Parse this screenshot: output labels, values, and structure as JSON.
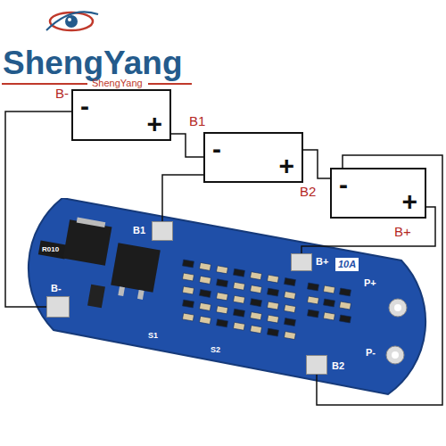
{
  "diagram": {
    "nodes": [
      {
        "text": [
          "-",
          "+"
        ]
      },
      {
        "text": [
          "-",
          "+"
        ]
      },
      {
        "text": [
          "-",
          "+"
        ]
      },
      {
        "text": [
          "R010",
          "10A",
          "P+",
          "P-",
          "S1",
          "S2"
        ]
      },
      {
        "text": [
          "B1"
        ],
        "in": 3
      },
      {
        "text": [
          "B+"
        ],
        "in": 3
      },
      {
        "text": [
          "B-"
        ],
        "in": 3
      },
      {
        "text": [
          "B2"
        ],
        "in": 3
      }
    ],
    "edges": [
      {
        "from": 0,
        "to": 1,
        "arrow": "none"
      },
      {
        "from": 1,
        "to": 2,
        "arrow": "none"
      },
      {
        "from": 0,
        "to": 6,
        "arrow": "none"
      },
      {
        "from": 1,
        "to": 4,
        "arrow": "none"
      },
      {
        "from": 2,
        "to": 7,
        "arrow": "none"
      },
      {
        "from": 2,
        "to": 5,
        "arrow": "none"
      }
    ],
    "labels": [
      "ShengYang",
      "ShengYang",
      "B-",
      "B1",
      "B2",
      "B+"
    ]
  }
}
